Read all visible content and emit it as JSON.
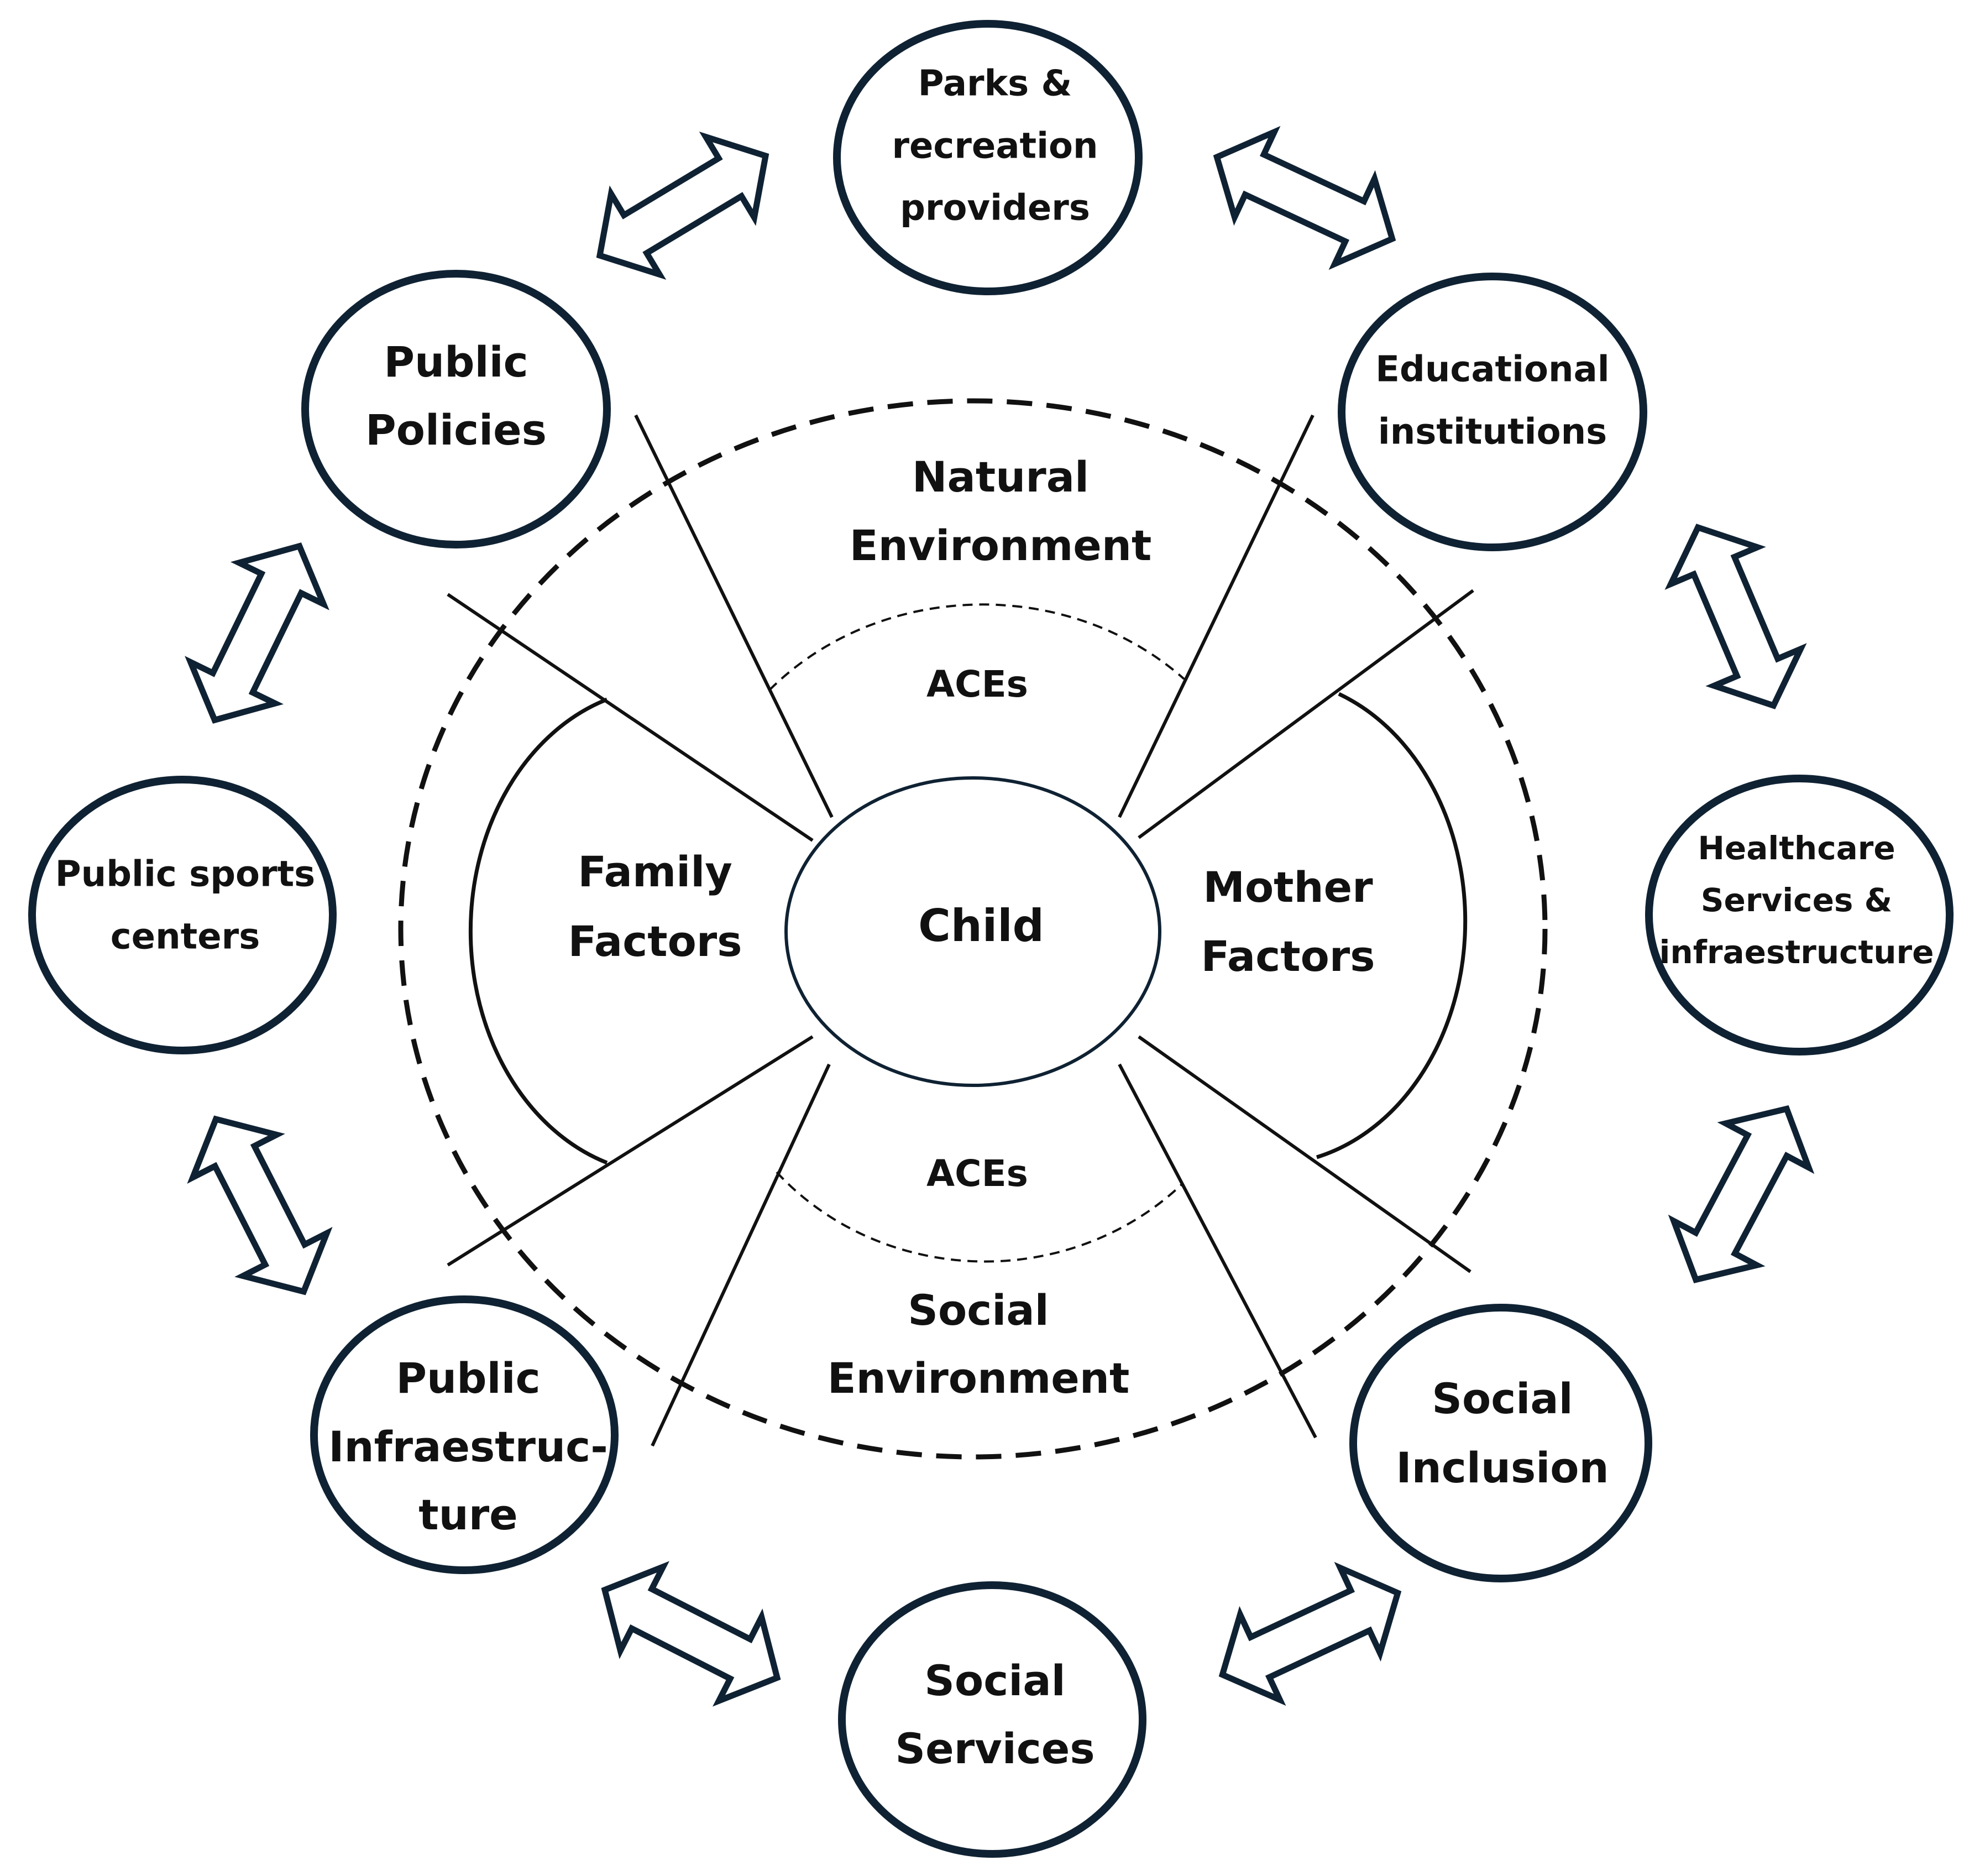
{
  "center": {
    "label": "Child"
  },
  "inner_ring": {
    "left": [
      "Family",
      "Factors"
    ],
    "right": [
      "Mother",
      "Factors"
    ]
  },
  "aces": {
    "top": "ACEs",
    "bottom": "ACEs"
  },
  "outer_ring": {
    "top": [
      "Natural",
      "Environment"
    ],
    "bottom": [
      "Social",
      "Environment"
    ]
  },
  "nodes": {
    "parks": [
      "Parks &",
      "recreation",
      "providers"
    ],
    "educational": [
      "Educational",
      "institutions"
    ],
    "healthcare": [
      "Healthcare",
      "Services &",
      "infraestructure"
    ],
    "inclusion": [
      "Social",
      "Inclusion"
    ],
    "services": [
      "Social",
      "Services"
    ],
    "infrastructure": [
      "Public",
      "Infraestruc-",
      "ture"
    ],
    "sports": [
      "Public sports",
      "centers"
    ],
    "policies": [
      "Public",
      "Policies"
    ]
  },
  "colors": {
    "node_stroke": "#0f2233",
    "line": "#111111",
    "text": "#111111"
  }
}
